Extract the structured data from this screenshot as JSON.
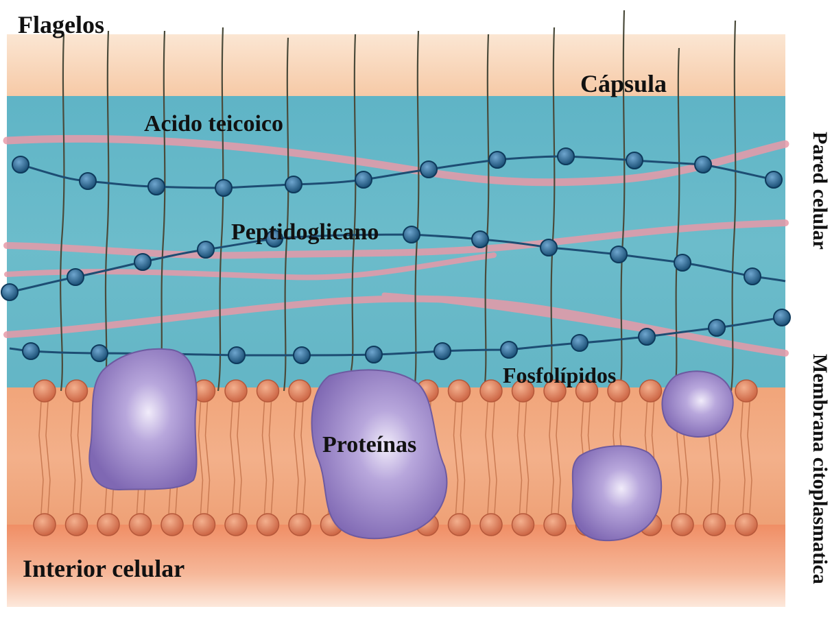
{
  "labels": {
    "flagelos": "Flagelos",
    "capsula": "Cápsula",
    "acido_teicoico": "Acido teicoico",
    "peptidoglicano": "Peptidoglicano",
    "fosfolipidos": "Fosfolípidos",
    "proteinas": "Proteínas",
    "interior_celular": "Interior celular",
    "pared_celular": "Pared celular",
    "membrana_citoplasmatica": "Membrana citoplasmatica"
  },
  "colors": {
    "capsule": "#f6cfae",
    "cell_wall": "#62b8c8",
    "teichoic_acid": "#e79aa8",
    "peptidoglycan_bead": "#1e5b8a",
    "peptidoglycan_strand": "#1d4d73",
    "membrane": "#ef9a6a",
    "phospholipid_head": "#d8704e",
    "protein": "#9a83c6",
    "flagellum": "#4a4a3a",
    "interior": "#f3a27a"
  }
}
